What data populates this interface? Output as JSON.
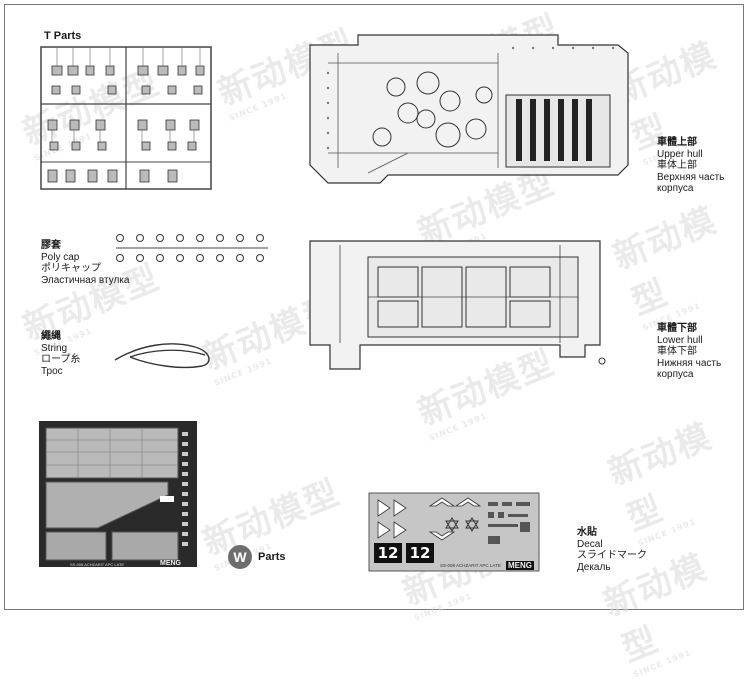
{
  "watermark": {
    "text": "新动模型",
    "sub": "SINCE 1991"
  },
  "t_parts": {
    "title": "T Parts"
  },
  "poly_cap": {
    "zh_tw": "膠套",
    "en": "Poly cap",
    "ja": "ポリキャップ",
    "ru": "Эластичная втулка"
  },
  "string": {
    "zh_tw": "繩縄",
    "en": "String",
    "ja": "ロープ糸",
    "ru": "Трос"
  },
  "upper_hull": {
    "zh_tw": "車體上部",
    "en": "Upper hull",
    "ja": "車体上部",
    "ru1": "Верхняя часть",
    "ru2": "корпуса"
  },
  "lower_hull": {
    "zh_tw": "車體下部",
    "en": "Lower hull",
    "ja": "車体下部",
    "ru1": "Нижняя часть",
    "ru2": "корпуса"
  },
  "w_parts": {
    "badge": "W",
    "label": "Parts",
    "brand": "MENG",
    "code": "SS-008 ACHZARIT APC LATE"
  },
  "decal": {
    "zh": "水貼",
    "en": "Decal",
    "ja": "スライドマーク",
    "ru": "Декаль",
    "number1": "12",
    "number2": "12",
    "brand": "MENG",
    "code": "SS-008 ACHZARIT APC LATE"
  }
}
